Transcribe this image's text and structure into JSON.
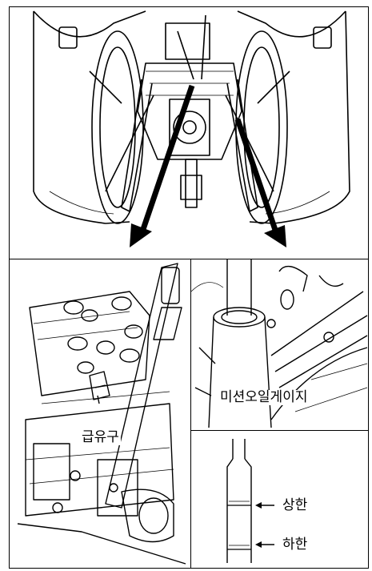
{
  "labels": {
    "filler": "급유구",
    "gauge": "미션오일게이지",
    "upper": "상한",
    "lower": "하한"
  },
  "icons": [
    "arrow-left-down",
    "arrow-right-down",
    "arrow-left-small"
  ]
}
